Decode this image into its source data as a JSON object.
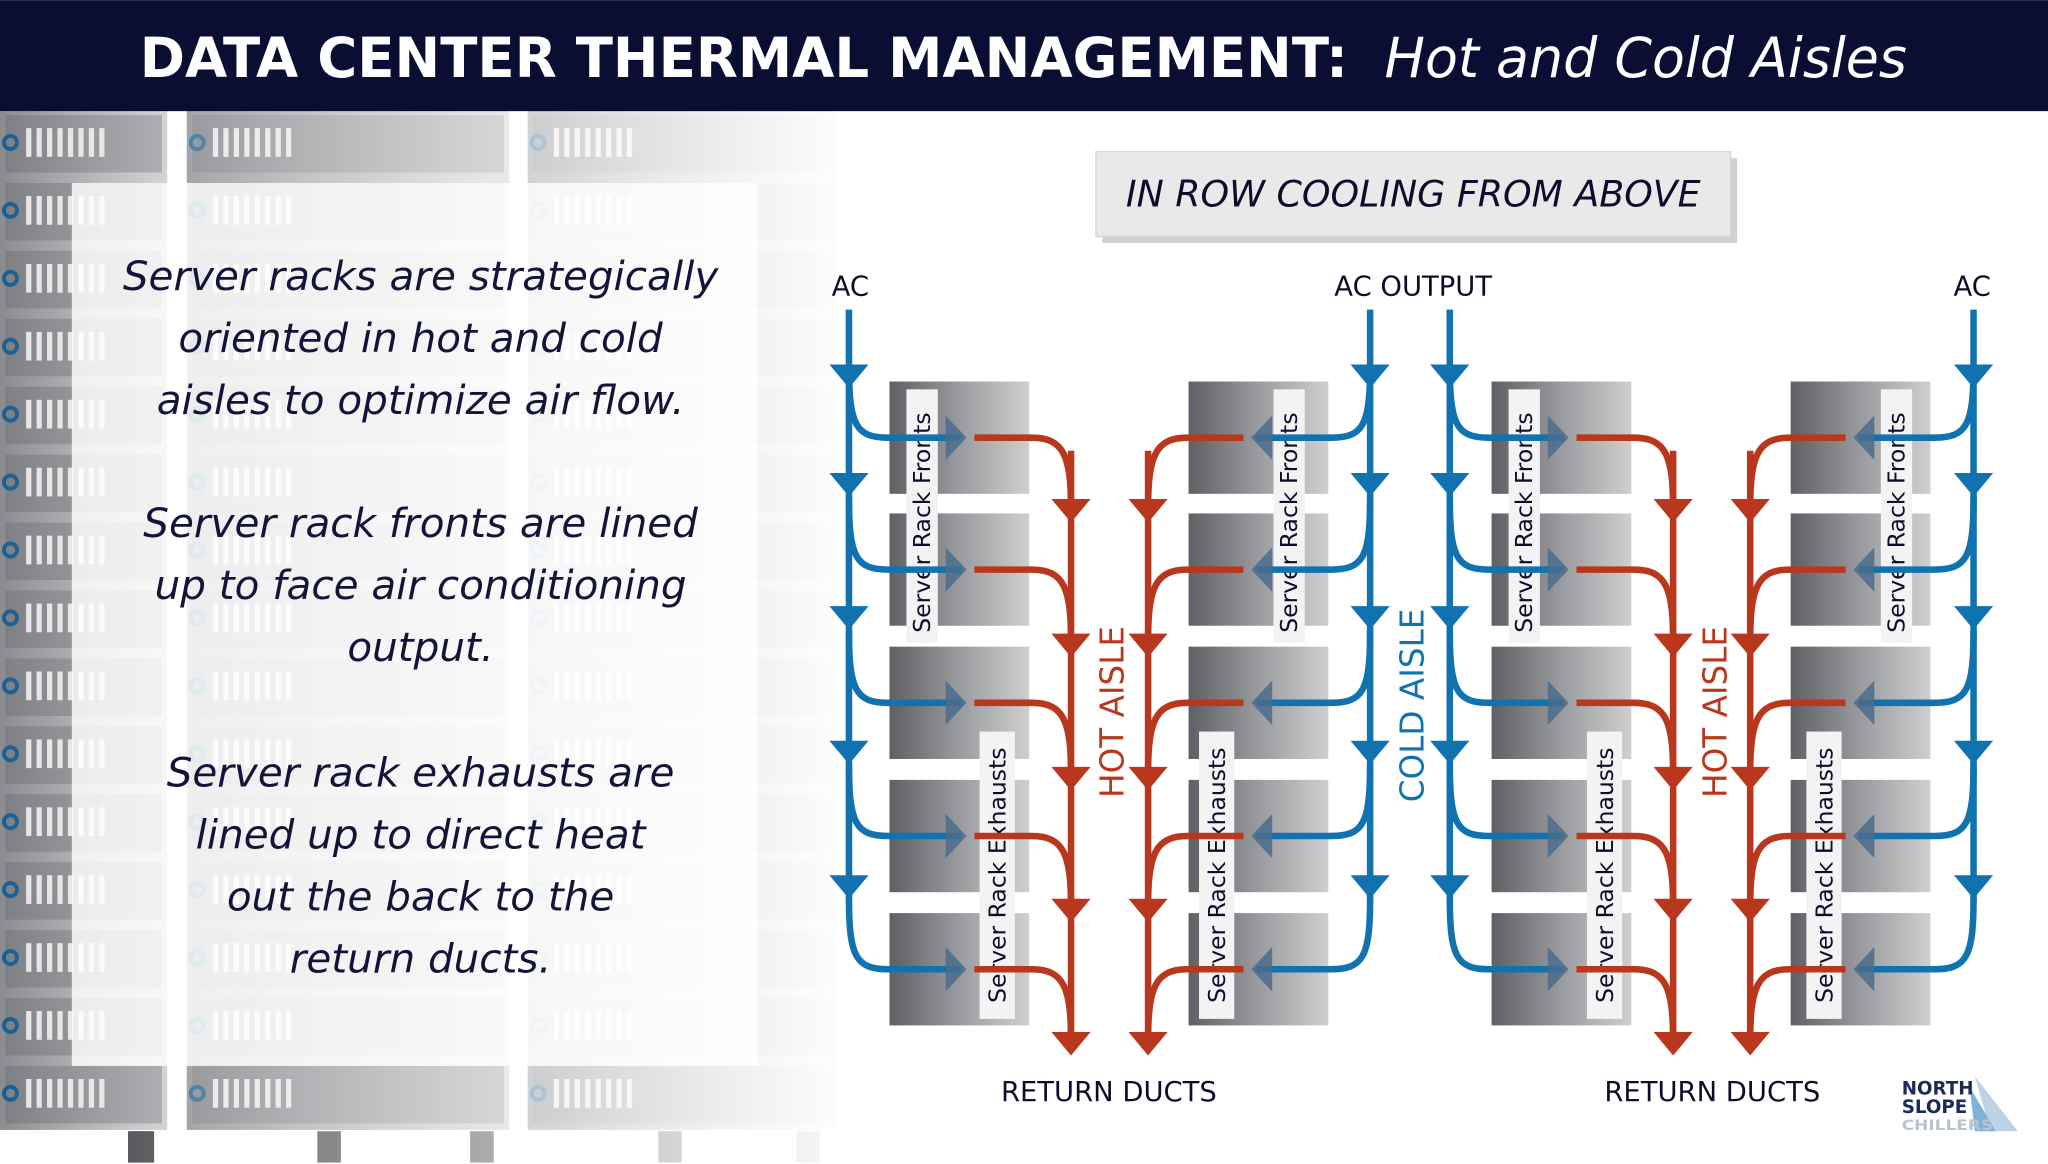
{
  "header": {
    "title_bold": "DATA CENTER THERMAL MANAGEMENT:",
    "title_italic": "Hot and Cold Aisles"
  },
  "description": {
    "paragraphs": [
      [
        "Server racks are strategically",
        "oriented in hot and cold",
        "aisles to optimize air flow."
      ],
      [
        "Server rack fronts are lined",
        "up to face air conditioning",
        "output."
      ],
      [
        "Server rack exhausts are",
        "lined up to direct heat",
        "out the back to the",
        "return ducts."
      ]
    ]
  },
  "diagram": {
    "banner": "IN ROW COOLING FROM ABOVE",
    "ac_left": "AC",
    "ac_output": "AC OUTPUT",
    "ac_right": "AC",
    "hot_aisle_1": "HOT AISLE",
    "cold_aisle": "COLD AISLE",
    "hot_aisle_2": "HOT AISLE",
    "return_ducts_1": "RETURN DUCTS",
    "return_ducts_2": "RETURN DUCTS",
    "rack_fronts_label": "Server Rack Fronts",
    "rack_exhausts_label": "Server Rack Exhausts",
    "colors": {
      "cold": "#1172b0",
      "hot": "#b9381d",
      "navy": "#0a0e33"
    }
  },
  "logo": {
    "line1": "NORTH",
    "line2": "SLOPE",
    "line3": "CHILLERS"
  }
}
